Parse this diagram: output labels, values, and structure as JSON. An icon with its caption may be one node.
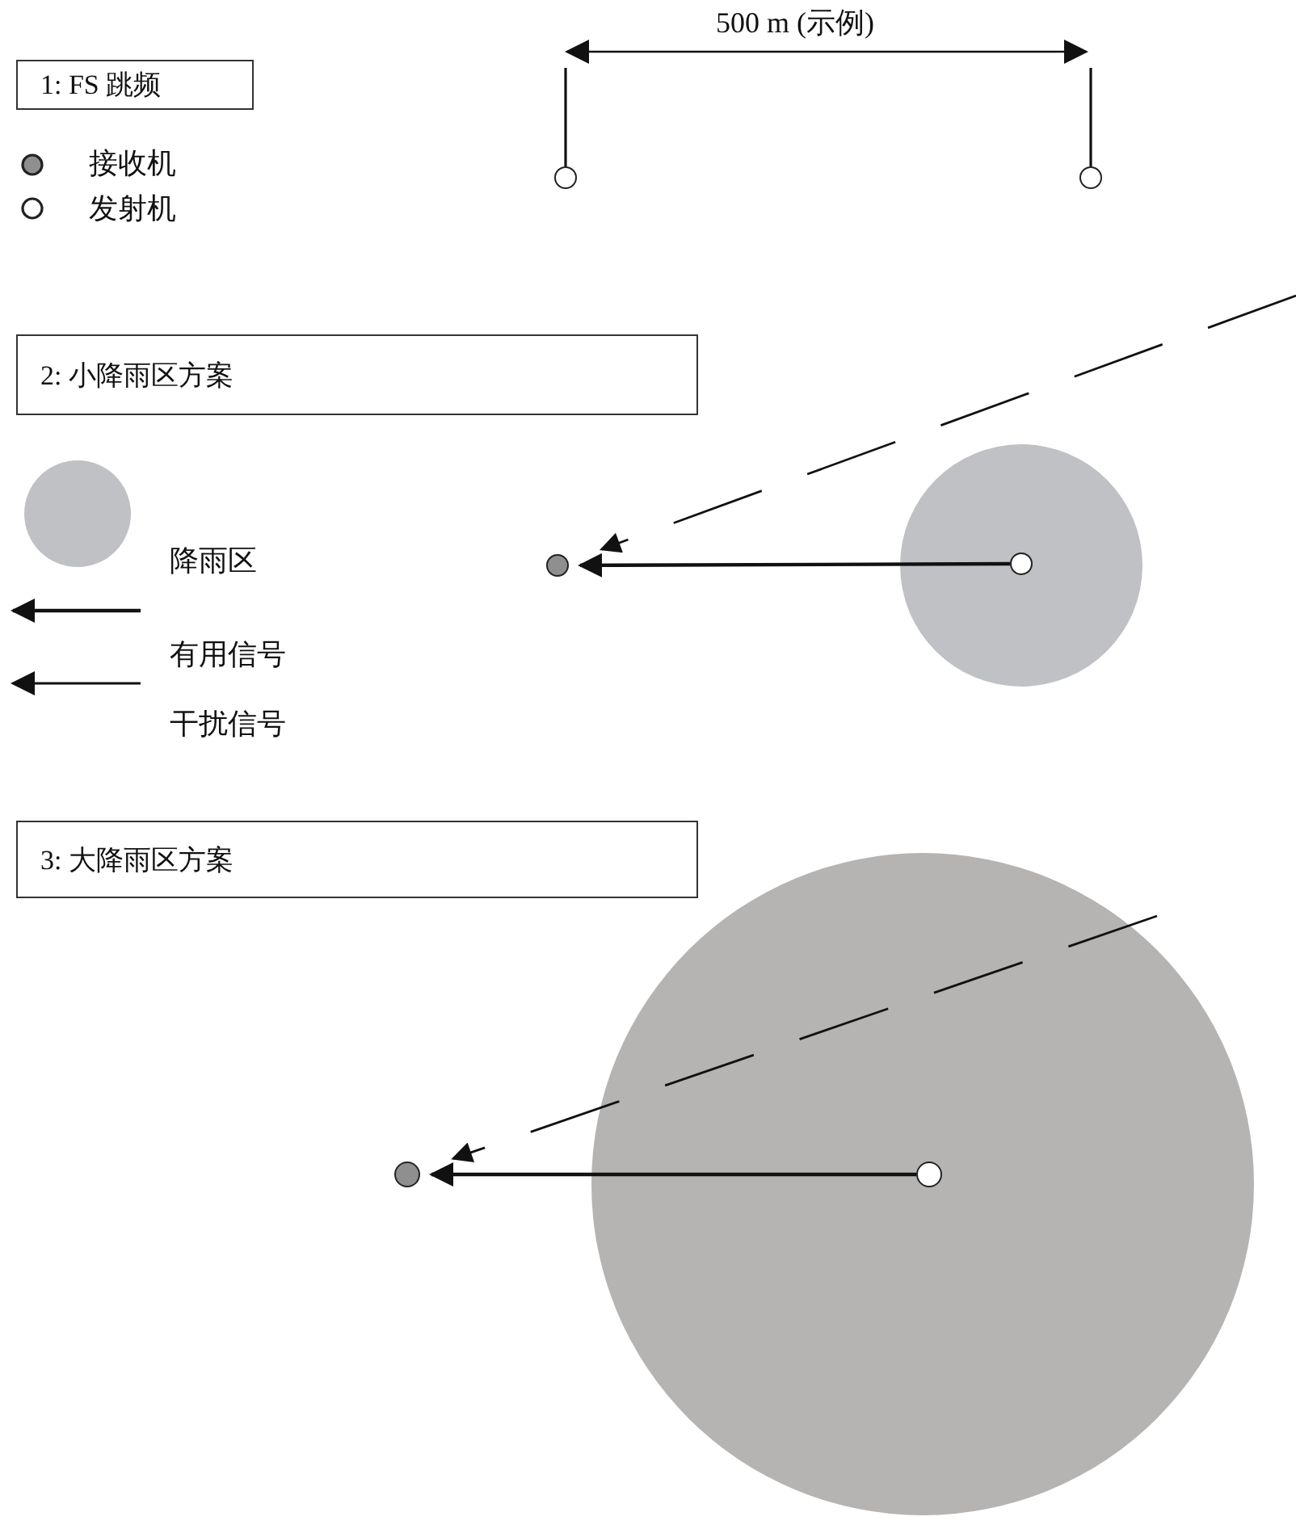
{
  "diagram": {
    "nodes": [
      {
        "text": [
          "1: FS 跳频"
        ]
      },
      {
        "text": [],
        "shape": "circle"
      },
      {
        "text": [],
        "shape": "circle"
      },
      {
        "text": [
          "2: 小降雨区方案"
        ]
      },
      {
        "text": [],
        "shape": "circle"
      },
      {
        "text": [],
        "shape": "circle"
      },
      {
        "text": [],
        "shape": "circle",
        "in": 5
      },
      {
        "text": [
          "3: 大降雨区方案"
        ]
      },
      {
        "text": [],
        "shape": "circle"
      },
      {
        "text": [],
        "shape": "circle",
        "in": 8
      },
      {
        "text": [],
        "shape": "circle"
      }
    ],
    "edges": [
      {
        "from": 6,
        "to": 4,
        "arrow": "to"
      },
      {
        "from": null,
        "to": 4,
        "arrow": "to",
        "style": "dashed"
      },
      {
        "from": 9,
        "to": 10,
        "arrow": "to"
      },
      {
        "from": null,
        "to": 10,
        "arrow": "to",
        "style": "dashed"
      }
    ],
    "labels": [
      "500 m (示例)"
    ],
    "legend": [
      {
        "text": "接收机"
      },
      {
        "text": "发射机"
      },
      {
        "text": "降雨区",
        "color": "#c0c1c4"
      },
      {
        "text": "有用信号"
      },
      {
        "text": "干扰信号"
      }
    ]
  }
}
